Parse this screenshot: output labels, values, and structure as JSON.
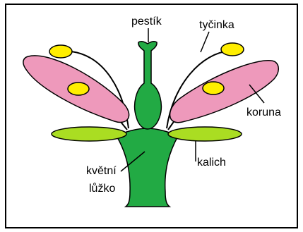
{
  "labels": {
    "pestik": "pestík",
    "tycinka": "tyčinka",
    "koruna": "koruna",
    "kalich": "kalich",
    "lozko_line1": "květní",
    "lozko_line2": "lůžko"
  },
  "colors": {
    "green": "#22aa44",
    "pink": "#ee99bb",
    "light_green": "#aadd22",
    "yellow": "#ffee00",
    "outline": "#000000"
  }
}
